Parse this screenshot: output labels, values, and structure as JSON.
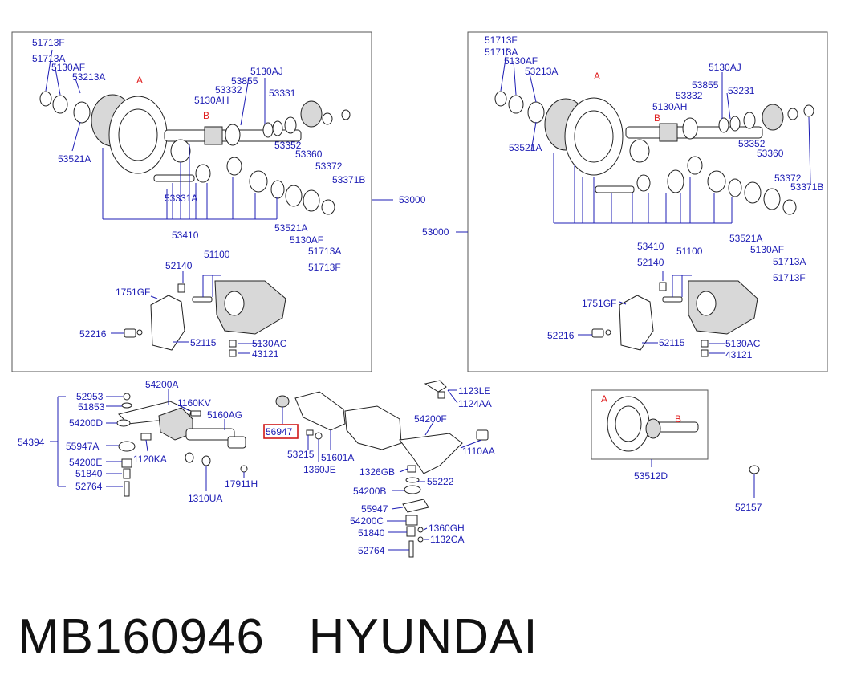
{
  "caption": {
    "part_number": "MB160946",
    "brand": "HYUNDAI"
  },
  "highlighted_part": "56947",
  "panel_left": {
    "labels": {
      "p51713F_top": "51713F",
      "p51713A_top": "51713A",
      "p5130AF_top": "5130AF",
      "p53213A": "53213A",
      "pA": "A",
      "pB": "B",
      "p5130AJ": "5130AJ",
      "p53855": "53855",
      "p53332": "53332",
      "p5130AH": "5130AH",
      "p53331": "53331",
      "p53521A_left": "53521A",
      "p53352": "53352",
      "p53360": "53360",
      "p53372": "53372",
      "p53371B": "53371B",
      "p53331A": "53331A",
      "p53000": "53000",
      "p53410": "53410",
      "p53521A_bot": "53521A",
      "p5130AF_bot": "5130AF",
      "p51713A_bot": "51713A",
      "p51713F_bot": "51713F",
      "p52140": "52140",
      "p51100": "51100",
      "p1751GF": "1751GF",
      "p52216": "52216",
      "p52115": "52115",
      "p5130AC": "5130AC",
      "p43121": "43121"
    }
  },
  "panel_right": {
    "labels": {
      "p51713F_top": "51713F",
      "p51713A_top": "51713A",
      "p5130AF_top": "5130AF",
      "p53213A": "53213A",
      "pA": "A",
      "pB": "B",
      "p5130AJ": "5130AJ",
      "p53855": "53855",
      "p53332": "53332",
      "p5130AH": "5130AH",
      "p53231": "53231",
      "p53521A_left": "53521A",
      "p53352": "53352",
      "p53360": "53360",
      "p53372": "53372",
      "p53371B": "53371B",
      "p53000": "53000",
      "p53410": "53410",
      "p53521A_bot": "53521A",
      "p5130AF_bot": "5130AF",
      "p51713A_bot": "51713A",
      "p51713F_bot": "51713F",
      "p52140": "52140",
      "p51100": "51100",
      "p1751GF": "1751GF",
      "p52216": "52216",
      "p52115": "52115",
      "p5130AC": "5130AC",
      "p43121": "43121"
    }
  },
  "bottom_left": {
    "labels": {
      "p54200A": "54200A",
      "p52953": "52953",
      "p51853": "51853",
      "p1160KV": "1160KV",
      "p5160AG": "5160AG",
      "p54200D": "54200D",
      "p54394": "54394",
      "p55947A": "55947A",
      "p1120KA": "1120KA",
      "p54200E": "54200E",
      "p51840": "51840",
      "p52764": "52764",
      "p1310UA": "1310UA",
      "p17911H": "17911H"
    }
  },
  "bottom_middle": {
    "labels": {
      "p56947": "56947",
      "p1123LE": "1123LE",
      "p1124AA": "1124AA",
      "p54200F": "54200F",
      "p53215": "53215",
      "p51601A": "51601A",
      "p1360JE": "1360JE",
      "p1110AA": "1110AA",
      "p1326GB": "1326GB",
      "p55222": "55222",
      "p54200B": "54200B",
      "p55947": "55947",
      "p54200C": "54200C",
      "p1360GH": "1360GH",
      "p51840": "51840",
      "p1132CA": "1132CA",
      "p52764": "52764"
    }
  },
  "bottom_right": {
    "labels": {
      "pA": "A",
      "pB": "B",
      "p53512D": "53512D",
      "p52157": "52157"
    }
  }
}
